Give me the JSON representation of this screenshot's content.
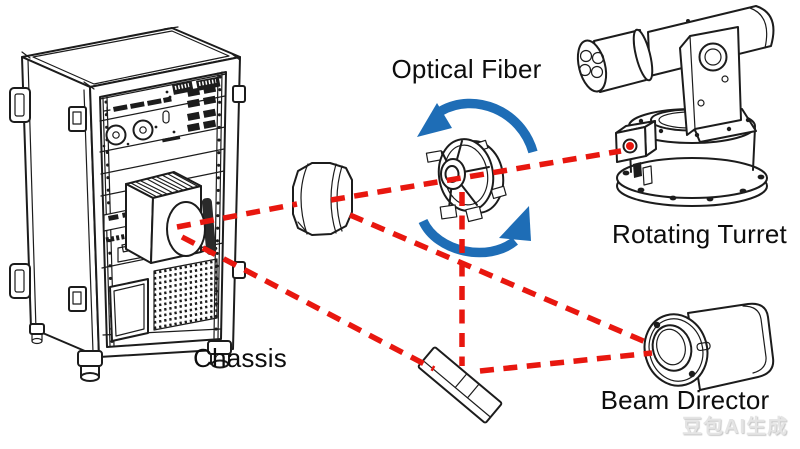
{
  "figure": {
    "description": "Line-art diagram of a laser system: chassis cabinet feeding a beam through a collimator and optical fiber spool to a rotating turret, and via a fold mirror to a beam director.",
    "labels": {
      "optical_fiber": "Optical Fiber",
      "rotating_turret": "Rotating Turret",
      "chassis": "Chassis",
      "beam_director": "Beam Director"
    },
    "watermark": "豆包AI生成",
    "icons": [
      "chassis-cabinet-icon",
      "laser-aperture-icon",
      "collimator-housing-icon",
      "optical-fiber-spool-icon",
      "rotation-arrow-icon",
      "rotating-turret-icon",
      "fold-mirror-icon",
      "beam-director-icon"
    ],
    "beam_paths": [
      {
        "from": "laser-aperture",
        "to": "collimator-housing"
      },
      {
        "from": "collimator-housing",
        "to": "rotating-turret",
        "via": "optical-fiber-spool"
      },
      {
        "from": "collimator-housing",
        "to": "beam-director"
      },
      {
        "from": "laser-aperture",
        "to": "fold-mirror"
      },
      {
        "from": "optical-fiber-spool",
        "to": "fold-mirror"
      },
      {
        "from": "fold-mirror",
        "to": "beam-director"
      }
    ],
    "rotation_direction": "counterclockwise"
  },
  "colors": {
    "background": "#ffffff",
    "line": "#1c1c1c",
    "beam_red": "#e8170f",
    "arrow_blue": "#1e6db6",
    "watermark_gray": "#e4e4e4"
  }
}
